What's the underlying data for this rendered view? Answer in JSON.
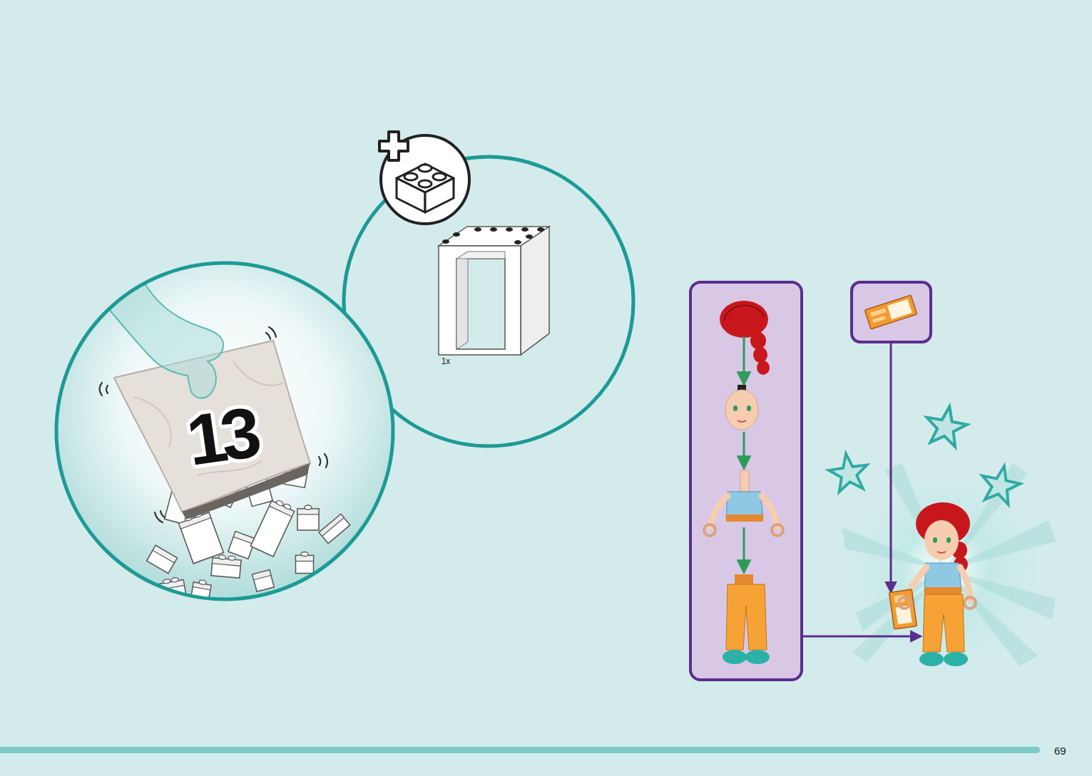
{
  "diagram": {
    "nodes": [
      {
        "text": [
          "13"
        ]
      },
      {
        "text": [
          "1x"
        ]
      }
    ],
    "labels": [
      "69"
    ]
  }
}
